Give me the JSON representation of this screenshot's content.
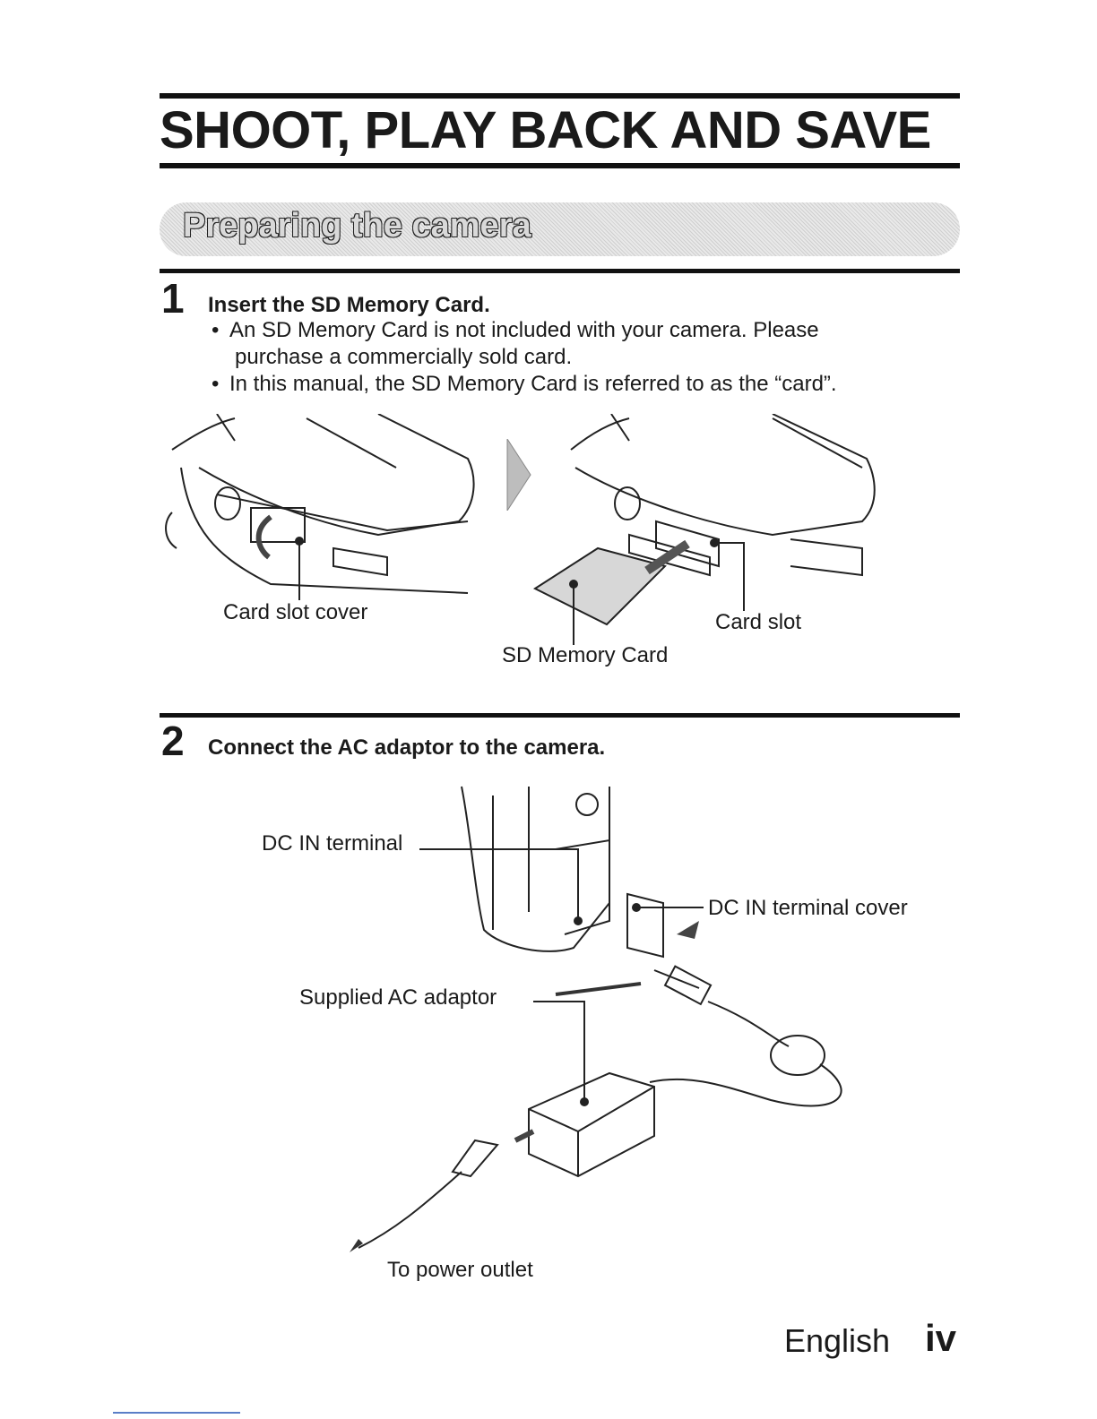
{
  "page": {
    "title": "SHOOT, PLAY BACK AND SAVE",
    "section": "Preparing the camera"
  },
  "steps": [
    {
      "number": "1",
      "heading": "Insert the SD Memory Card.",
      "bullets": [
        {
          "line1": "An SD Memory Card is not included with your camera. Please",
          "line2": "purchase a commercially sold card."
        },
        {
          "line1": "In this manual, the SD Memory Card is referred to as the “card”."
        }
      ],
      "callouts": {
        "card_slot_cover": "Card slot cover",
        "card_slot": "Card slot",
        "sd_memory_card": "SD Memory Card"
      }
    },
    {
      "number": "2",
      "heading": "Connect the AC adaptor to the camera.",
      "callouts": {
        "dc_in_terminal": "DC IN terminal",
        "dc_in_terminal_cover": "DC IN terminal cover",
        "supplied_ac_adaptor": "Supplied AC adaptor",
        "to_power_outlet": "To power outlet"
      }
    }
  ],
  "footer": {
    "language": "English",
    "page_number": "iv"
  }
}
